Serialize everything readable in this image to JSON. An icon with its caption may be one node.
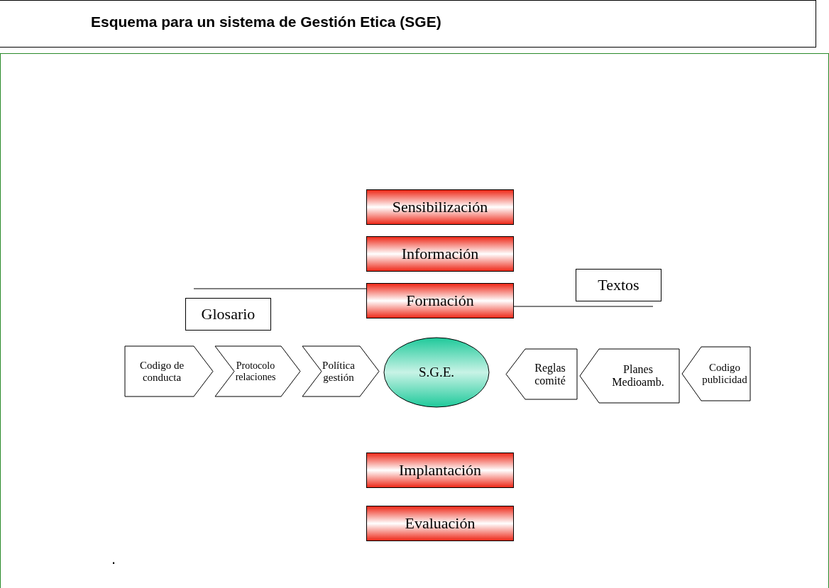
{
  "diagram": {
    "title": "Esquema para un sistema de Gestión Etica (SGE)",
    "nodes": [
      {
        "text": [
          "Sensibilización"
        ]
      },
      {
        "text": [
          "Información"
        ]
      },
      {
        "text": [
          "Formación"
        ]
      },
      {
        "text": [
          "Textos"
        ]
      },
      {
        "text": [
          "Glosario"
        ]
      },
      {
        "text": [
          "Codigo de conducta"
        ]
      },
      {
        "text": [
          "Protocolo relaciones"
        ]
      },
      {
        "text": [
          "Política gestión"
        ]
      },
      {
        "text": [
          "S.G.E."
        ]
      },
      {
        "text": [
          "Reglas comité"
        ]
      },
      {
        "text": [
          "Planes Medioamb."
        ]
      },
      {
        "text": [
          "Codigo publicidad"
        ]
      },
      {
        "text": [
          "Implantación"
        ]
      },
      {
        "text": [
          "Evaluación"
        ]
      }
    ],
    "edges": [
      {
        "from": 4,
        "to": 2,
        "arrow": "none"
      },
      {
        "from": 2,
        "to": 3,
        "arrow": "none"
      }
    ],
    "labels": [
      "."
    ]
  }
}
